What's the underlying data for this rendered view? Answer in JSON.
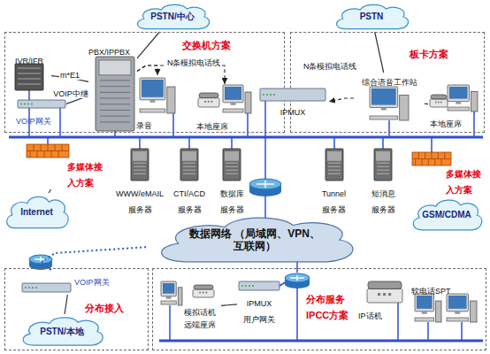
{
  "diagram": {
    "nodes": [
      {
        "text": [
          "PSTN/中心"
        ]
      },
      {
        "text": [
          "PSTN"
        ]
      },
      {
        "text": [
          "交换机方案"
        ]
      },
      {
        "text": [
          "IVR/IFR"
        ],
        "in": 2
      },
      {
        "text": [
          "PBX/IPPBX"
        ],
        "in": 2
      },
      {
        "text": [
          "VOIP网关"
        ],
        "in": 2
      },
      {
        "text": [
          "录音"
        ],
        "in": 2
      },
      {
        "text": [
          "本地座席"
        ],
        "in": 2
      },
      {
        "text": [
          "板卡方案"
        ]
      },
      {
        "text": [
          "综合语音工作站"
        ],
        "in": 8
      },
      {
        "text": [
          "本地座席"
        ],
        "in": 8
      },
      {
        "text": [
          "IPMUX"
        ]
      },
      {
        "text": [
          "多媒体接入方案"
        ]
      },
      {
        "text": [
          "Internet"
        ]
      },
      {
        "text": [
          "WWW/eMAIL 服务器"
        ]
      },
      {
        "text": [
          "CTI/ACD 服务器"
        ]
      },
      {
        "text": [
          "数据库 服务器"
        ]
      },
      {
        "text": [
          "Tunnel 服务器"
        ]
      },
      {
        "text": [
          "短消息 服务器"
        ]
      },
      {
        "text": [
          "多媒体接入方案"
        ]
      },
      {
        "text": [
          "GSM/CDMA"
        ]
      },
      {
        "text": [
          "数据网络 （局域网、VPN、互联网）"
        ]
      },
      {
        "text": [
          "分布接入"
        ]
      },
      {
        "text": [
          "VOIP网关"
        ],
        "in": 22
      },
      {
        "text": [
          "PSTN/本地"
        ],
        "in": 22
      },
      {
        "text": [
          "分布服务 IPCC方案"
        ]
      },
      {
        "text": [
          "模拟话机",
          "远端座席"
        ],
        "in": 25
      },
      {
        "text": [
          "IPMUX 用户网关"
        ],
        "in": 25
      },
      {
        "text": [
          "IP话机"
        ],
        "in": 25
      },
      {
        "text": [
          "软电话SPT"
        ],
        "in": 25
      }
    ],
    "edges": [
      {
        "from": 0,
        "to": 4,
        "arrow": "none"
      },
      {
        "from": 3,
        "to": 4,
        "arrow": "none",
        "label": "m*E1"
      },
      {
        "from": 5,
        "to": 4,
        "arrow": "none",
        "label": "VOIP中继"
      },
      {
        "from": 4,
        "to": 6,
        "arrow": "to"
      },
      {
        "from": 4,
        "to": 7,
        "arrow": "to"
      },
      {
        "from": 1,
        "to": 9,
        "arrow": "none"
      },
      {
        "from": 9,
        "to": 11,
        "arrow": "to"
      },
      {
        "from": 9,
        "to": 10,
        "arrow": "none"
      },
      {
        "from": 13,
        "to": 12,
        "arrow": "none"
      },
      {
        "from": 20,
        "to": 19,
        "arrow": "none"
      },
      {
        "from": 24,
        "to": 23,
        "arrow": "none"
      },
      {
        "from": 23,
        "to": 21,
        "arrow": "none"
      },
      {
        "from": 26,
        "to": 27,
        "arrow": "none"
      }
    ],
    "labels": [
      "N条模拟电话线",
      "N条模拟电话线"
    ]
  }
}
